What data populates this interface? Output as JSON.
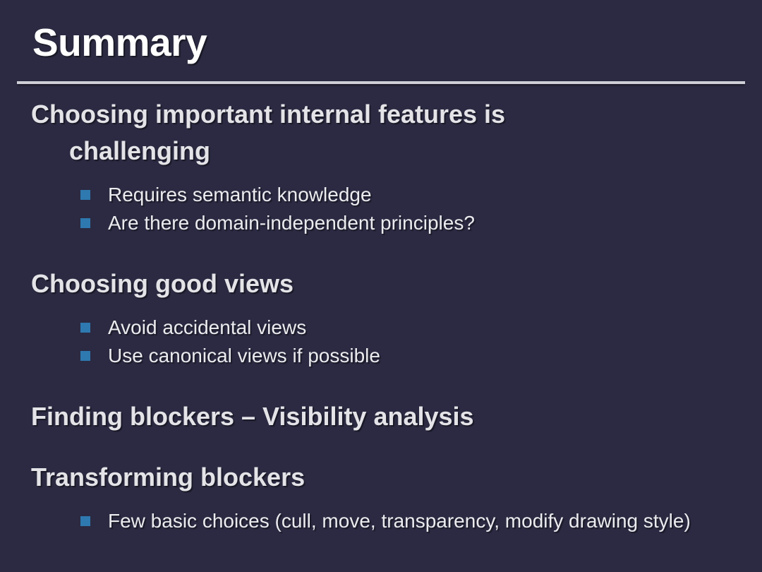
{
  "slide": {
    "title": "Summary",
    "background_color": "#2b2a42",
    "title_color": "#ffffff",
    "heading_color": "#e4e4e8",
    "body_color": "#ebebef",
    "bullet_color": "#2e79b0",
    "rule_color": "#cfcfd8",
    "blocks": [
      {
        "heading_line1": "Choosing important internal features is",
        "heading_line2": "challenging",
        "bullets": [
          "Requires semantic knowledge",
          "Are there domain-independent principles?"
        ]
      },
      {
        "heading_line1": "Choosing good views",
        "bullets": [
          "Avoid accidental views",
          "Use canonical views if possible"
        ]
      },
      {
        "heading_line1": "Finding blockers – Visibility analysis",
        "bullets": []
      },
      {
        "heading_line1": "Transforming blockers",
        "bullets": [
          "Few basic choices (cull, move, transparency, modify drawing style)"
        ]
      }
    ]
  }
}
